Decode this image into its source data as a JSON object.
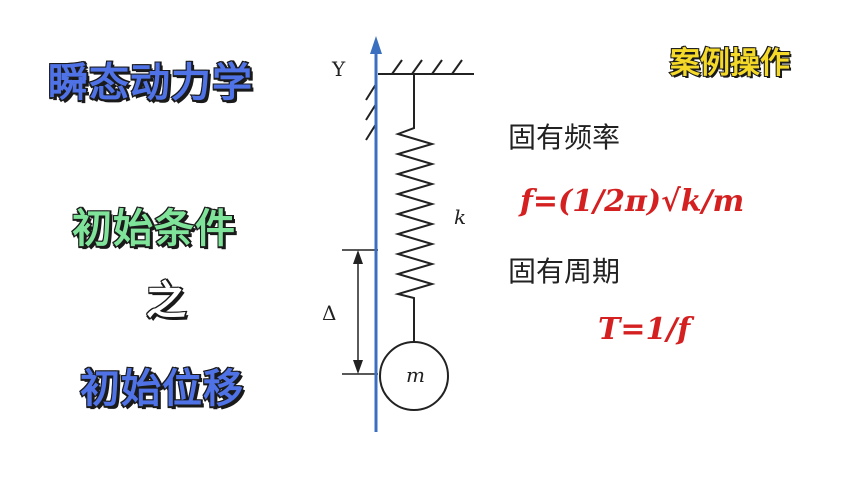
{
  "titles": {
    "main": "瞬态动力学",
    "sub": "初始条件",
    "connector": "之",
    "topic": "初始位移",
    "tag": "案例操作"
  },
  "diagram": {
    "axis_label": "Y",
    "spring_label": "k",
    "mass_label": "m",
    "displacement_label": "Δ"
  },
  "formulas": {
    "natural_frequency_label": "固有频率",
    "natural_frequency": "f=(1/2π)√k/m",
    "natural_period_label": "固有周期",
    "natural_period": "T=1/f"
  },
  "colors": {
    "title_blue": "#4f73e6",
    "title_green": "#7fe39a",
    "tag_yellow": "#f4d928",
    "formula_red": "#d42020",
    "axis_blue": "#3b6fbf"
  }
}
